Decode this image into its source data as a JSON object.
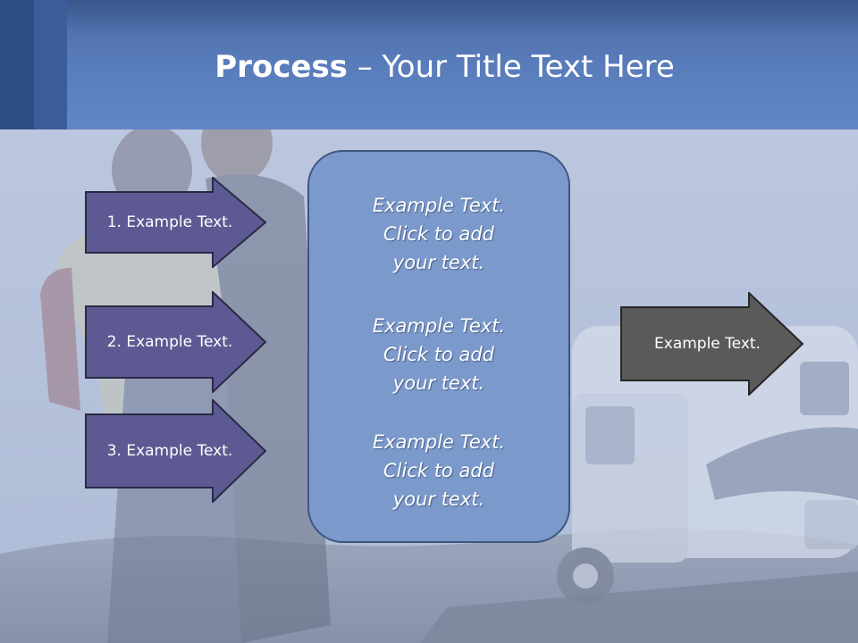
{
  "title": {
    "bold": "Process",
    "rest": " – Your Title Text Here"
  },
  "steps": [
    {
      "label": "1. Example Text."
    },
    {
      "label": "2. Example Text."
    },
    {
      "label": "3. Example Text."
    }
  ],
  "center_blocks": [
    {
      "line1": "Example Text.",
      "line2": "Click  to add",
      "line3": "your text."
    },
    {
      "line1": "Example Text.",
      "line2": "Click  to add",
      "line3": "your text."
    },
    {
      "line1": "Example Text.",
      "line2": "Click  to add",
      "line3": "your text."
    }
  ],
  "result": {
    "label": "Example Text."
  },
  "colors": {
    "title_band": "#5a7dbc",
    "step_arrow_fill": "#5d5a93",
    "center_box_fill": "#7b9acb",
    "result_arrow_fill": "#5a5a5a"
  }
}
